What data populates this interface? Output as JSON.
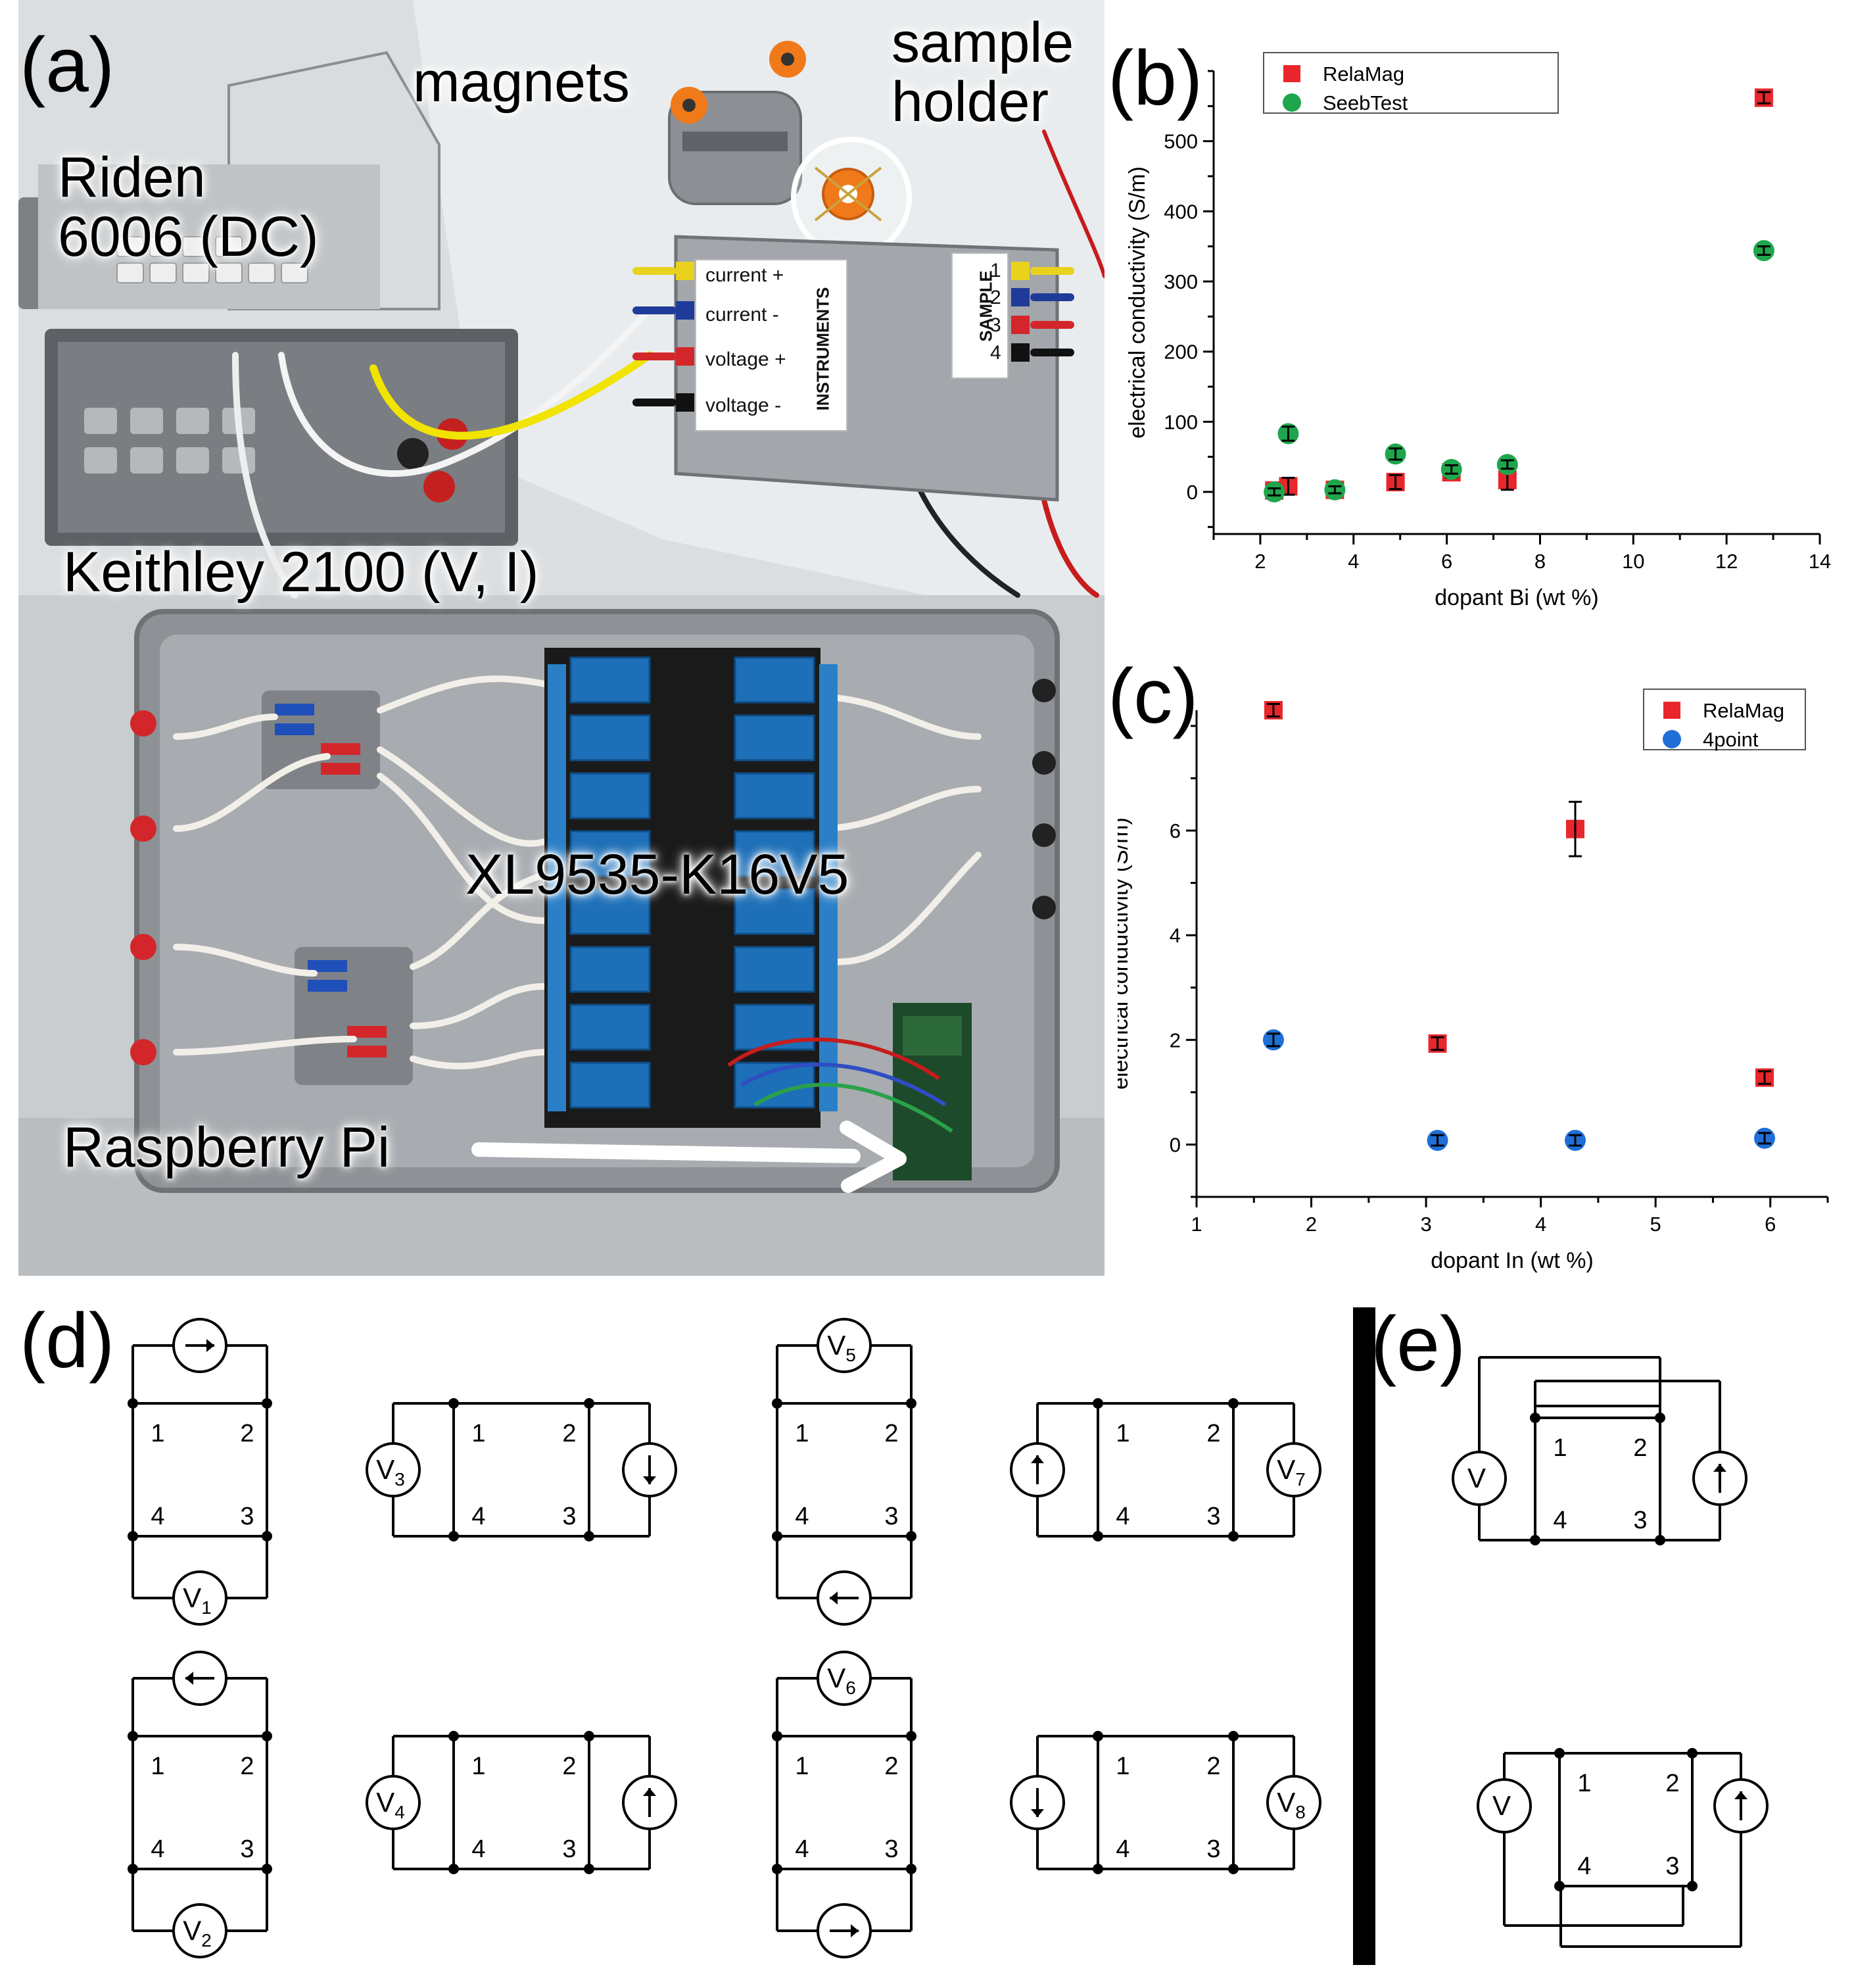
{
  "panels": {
    "a": "(a)",
    "b": "(b)",
    "c": "(c)",
    "d": "(d)",
    "e": "(e)"
  },
  "photo": {
    "labels": {
      "magnets": "magnets",
      "sample_holder": "sample\nholder",
      "riden": "Riden\n6006 (DC)",
      "keithley": "Keithley 2100 (V, I)",
      "relay_board": "XL9535-K16V5",
      "raspberry_pi": "Raspberry Pi"
    },
    "box_tags": {
      "current_plus": "current +",
      "current_minus": "current -",
      "voltage_plus": "voltage +",
      "voltage_minus": "voltage -",
      "instruments": "INSTRUMENTS",
      "sample": "SAMPLE",
      "pins": [
        "1",
        "2",
        "3",
        "4"
      ]
    },
    "colors": {
      "yellow": "#e8d21e",
      "blue": "#1f3b9a",
      "red": "#d3262b",
      "black": "#111111",
      "relay_blue": "#1d6fb8",
      "board": "#1a1a1a",
      "enclosure": "#9a9ea2"
    }
  },
  "chart_data": [
    {
      "type": "scatter",
      "xlabel": "dopant Bi (wt %)",
      "ylabel": "electrical conductivity (S/m)",
      "xlim": [
        1,
        14
      ],
      "ylim": [
        -60,
        600
      ],
      "xticks": [
        2,
        4,
        6,
        8,
        10,
        12,
        14
      ],
      "yticks": [
        0,
        100,
        200,
        300,
        400,
        500
      ],
      "legend_position": "top-left",
      "series": [
        {
          "name": "RelaMag",
          "marker": "square",
          "color": "#e8262b",
          "points": [
            {
              "x": 2.3,
              "y": 2,
              "err": 8
            },
            {
              "x": 2.6,
              "y": 8,
              "err": 12
            },
            {
              "x": 3.6,
              "y": 3,
              "err": 8
            },
            {
              "x": 4.9,
              "y": 14,
              "err": 10
            },
            {
              "x": 6.1,
              "y": 28,
              "err": 8
            },
            {
              "x": 7.3,
              "y": 17,
              "err": 14
            },
            {
              "x": 12.8,
              "y": 562,
              "err": 8
            }
          ]
        },
        {
          "name": "SeebTest",
          "marker": "circle",
          "color": "#1fa64d",
          "points": [
            {
              "x": 2.3,
              "y": 0,
              "err": 5
            },
            {
              "x": 2.6,
              "y": 83,
              "err": 10
            },
            {
              "x": 3.6,
              "y": 3,
              "err": 5
            },
            {
              "x": 4.9,
              "y": 54,
              "err": 8
            },
            {
              "x": 6.1,
              "y": 32,
              "err": 6
            },
            {
              "x": 7.3,
              "y": 39,
              "err": 6
            },
            {
              "x": 12.8,
              "y": 344,
              "err": 6
            }
          ]
        }
      ]
    },
    {
      "type": "scatter",
      "xlabel": "dopant In (wt %)",
      "ylabel": "electrical conductivity (S/m)",
      "xlim": [
        1,
        6.5
      ],
      "ylim": [
        -1,
        8.3
      ],
      "xticks": [
        1,
        2,
        3,
        4,
        5,
        6
      ],
      "yticks": [
        0,
        2,
        4,
        6
      ],
      "legend_position": "top-right",
      "series": [
        {
          "name": "RelaMag",
          "marker": "square",
          "color": "#e8262b",
          "points": [
            {
              "x": 1.67,
              "y": 8.3,
              "err": 0.12
            },
            {
              "x": 3.1,
              "y": 1.93,
              "err": 0.12
            },
            {
              "x": 4.3,
              "y": 6.03,
              "err": 0.52
            },
            {
              "x": 5.95,
              "y": 1.28,
              "err": 0.12
            }
          ]
        },
        {
          "name": "4point",
          "marker": "circle",
          "color": "#1f6fd6",
          "points": [
            {
              "x": 1.67,
              "y": 2.0,
              "err": 0.12
            },
            {
              "x": 3.1,
              "y": 0.08,
              "err": 0.1
            },
            {
              "x": 4.3,
              "y": 0.08,
              "err": 0.1
            },
            {
              "x": 5.95,
              "y": 0.12,
              "err": 0.1
            }
          ]
        }
      ]
    }
  ],
  "circuits": {
    "pins": [
      "1",
      "2",
      "3",
      "4"
    ],
    "meter_v": "V",
    "voltages": [
      "1",
      "2",
      "3",
      "4",
      "5",
      "6",
      "7",
      "8"
    ]
  }
}
